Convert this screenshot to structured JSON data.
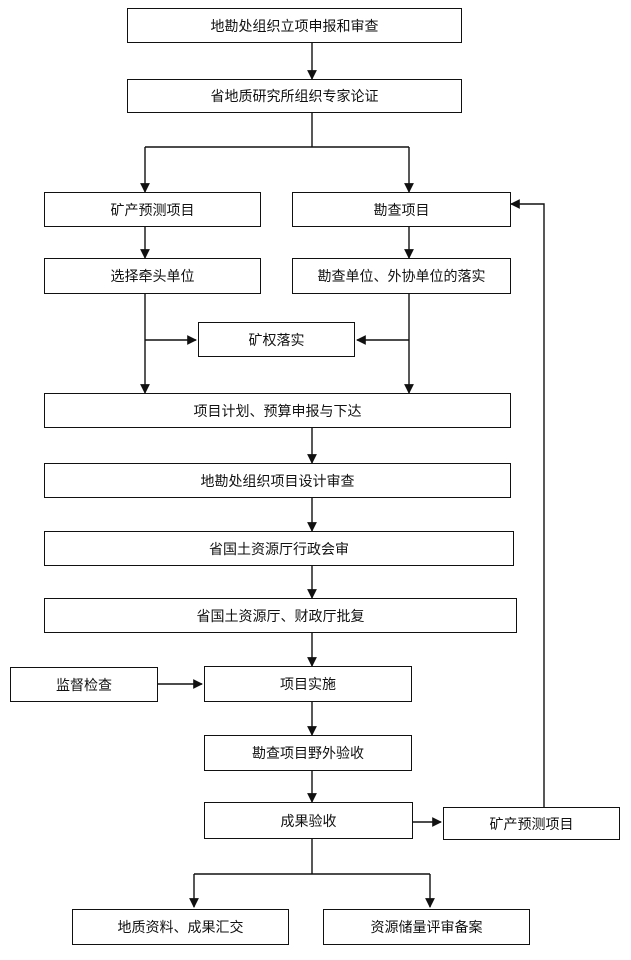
{
  "diagram": {
    "nodes": {
      "n1": "地勘处组织立项申报和审查",
      "n2": "省地质研究所组织专家论证",
      "n3": "矿产预测项目",
      "n4": "勘查项目",
      "n5": "选择牵头单位",
      "n6": "勘查单位、外协单位的落实",
      "n7": "矿权落实",
      "n8": "项目计划、预算申报与下达",
      "n9": "地勘处组织项目设计审查",
      "n10": "省国土资源厅行政会审",
      "n11": "省国土资源厅、财政厅批复",
      "n12": "监督检查",
      "n13": "项目实施",
      "n14": "勘查项目野外验收",
      "n15": "成果验收",
      "n16": "矿产预测项目",
      "n17": "地质资料、成果汇交",
      "n18": "资源储量评审备案"
    },
    "edges": [
      [
        "n1",
        "n2"
      ],
      [
        "n2",
        "n3"
      ],
      [
        "n2",
        "n4"
      ],
      [
        "n3",
        "n5"
      ],
      [
        "n4",
        "n6"
      ],
      [
        "n5",
        "n7"
      ],
      [
        "n6",
        "n7"
      ],
      [
        "n5",
        "n8"
      ],
      [
        "n6",
        "n8"
      ],
      [
        "n8",
        "n9"
      ],
      [
        "n9",
        "n10"
      ],
      [
        "n10",
        "n11"
      ],
      [
        "n11",
        "n13"
      ],
      [
        "n12",
        "n13"
      ],
      [
        "n13",
        "n14"
      ],
      [
        "n14",
        "n15"
      ],
      [
        "n15",
        "n16"
      ],
      [
        "n16",
        "n4"
      ],
      [
        "n15",
        "n17"
      ],
      [
        "n15",
        "n18"
      ]
    ]
  }
}
